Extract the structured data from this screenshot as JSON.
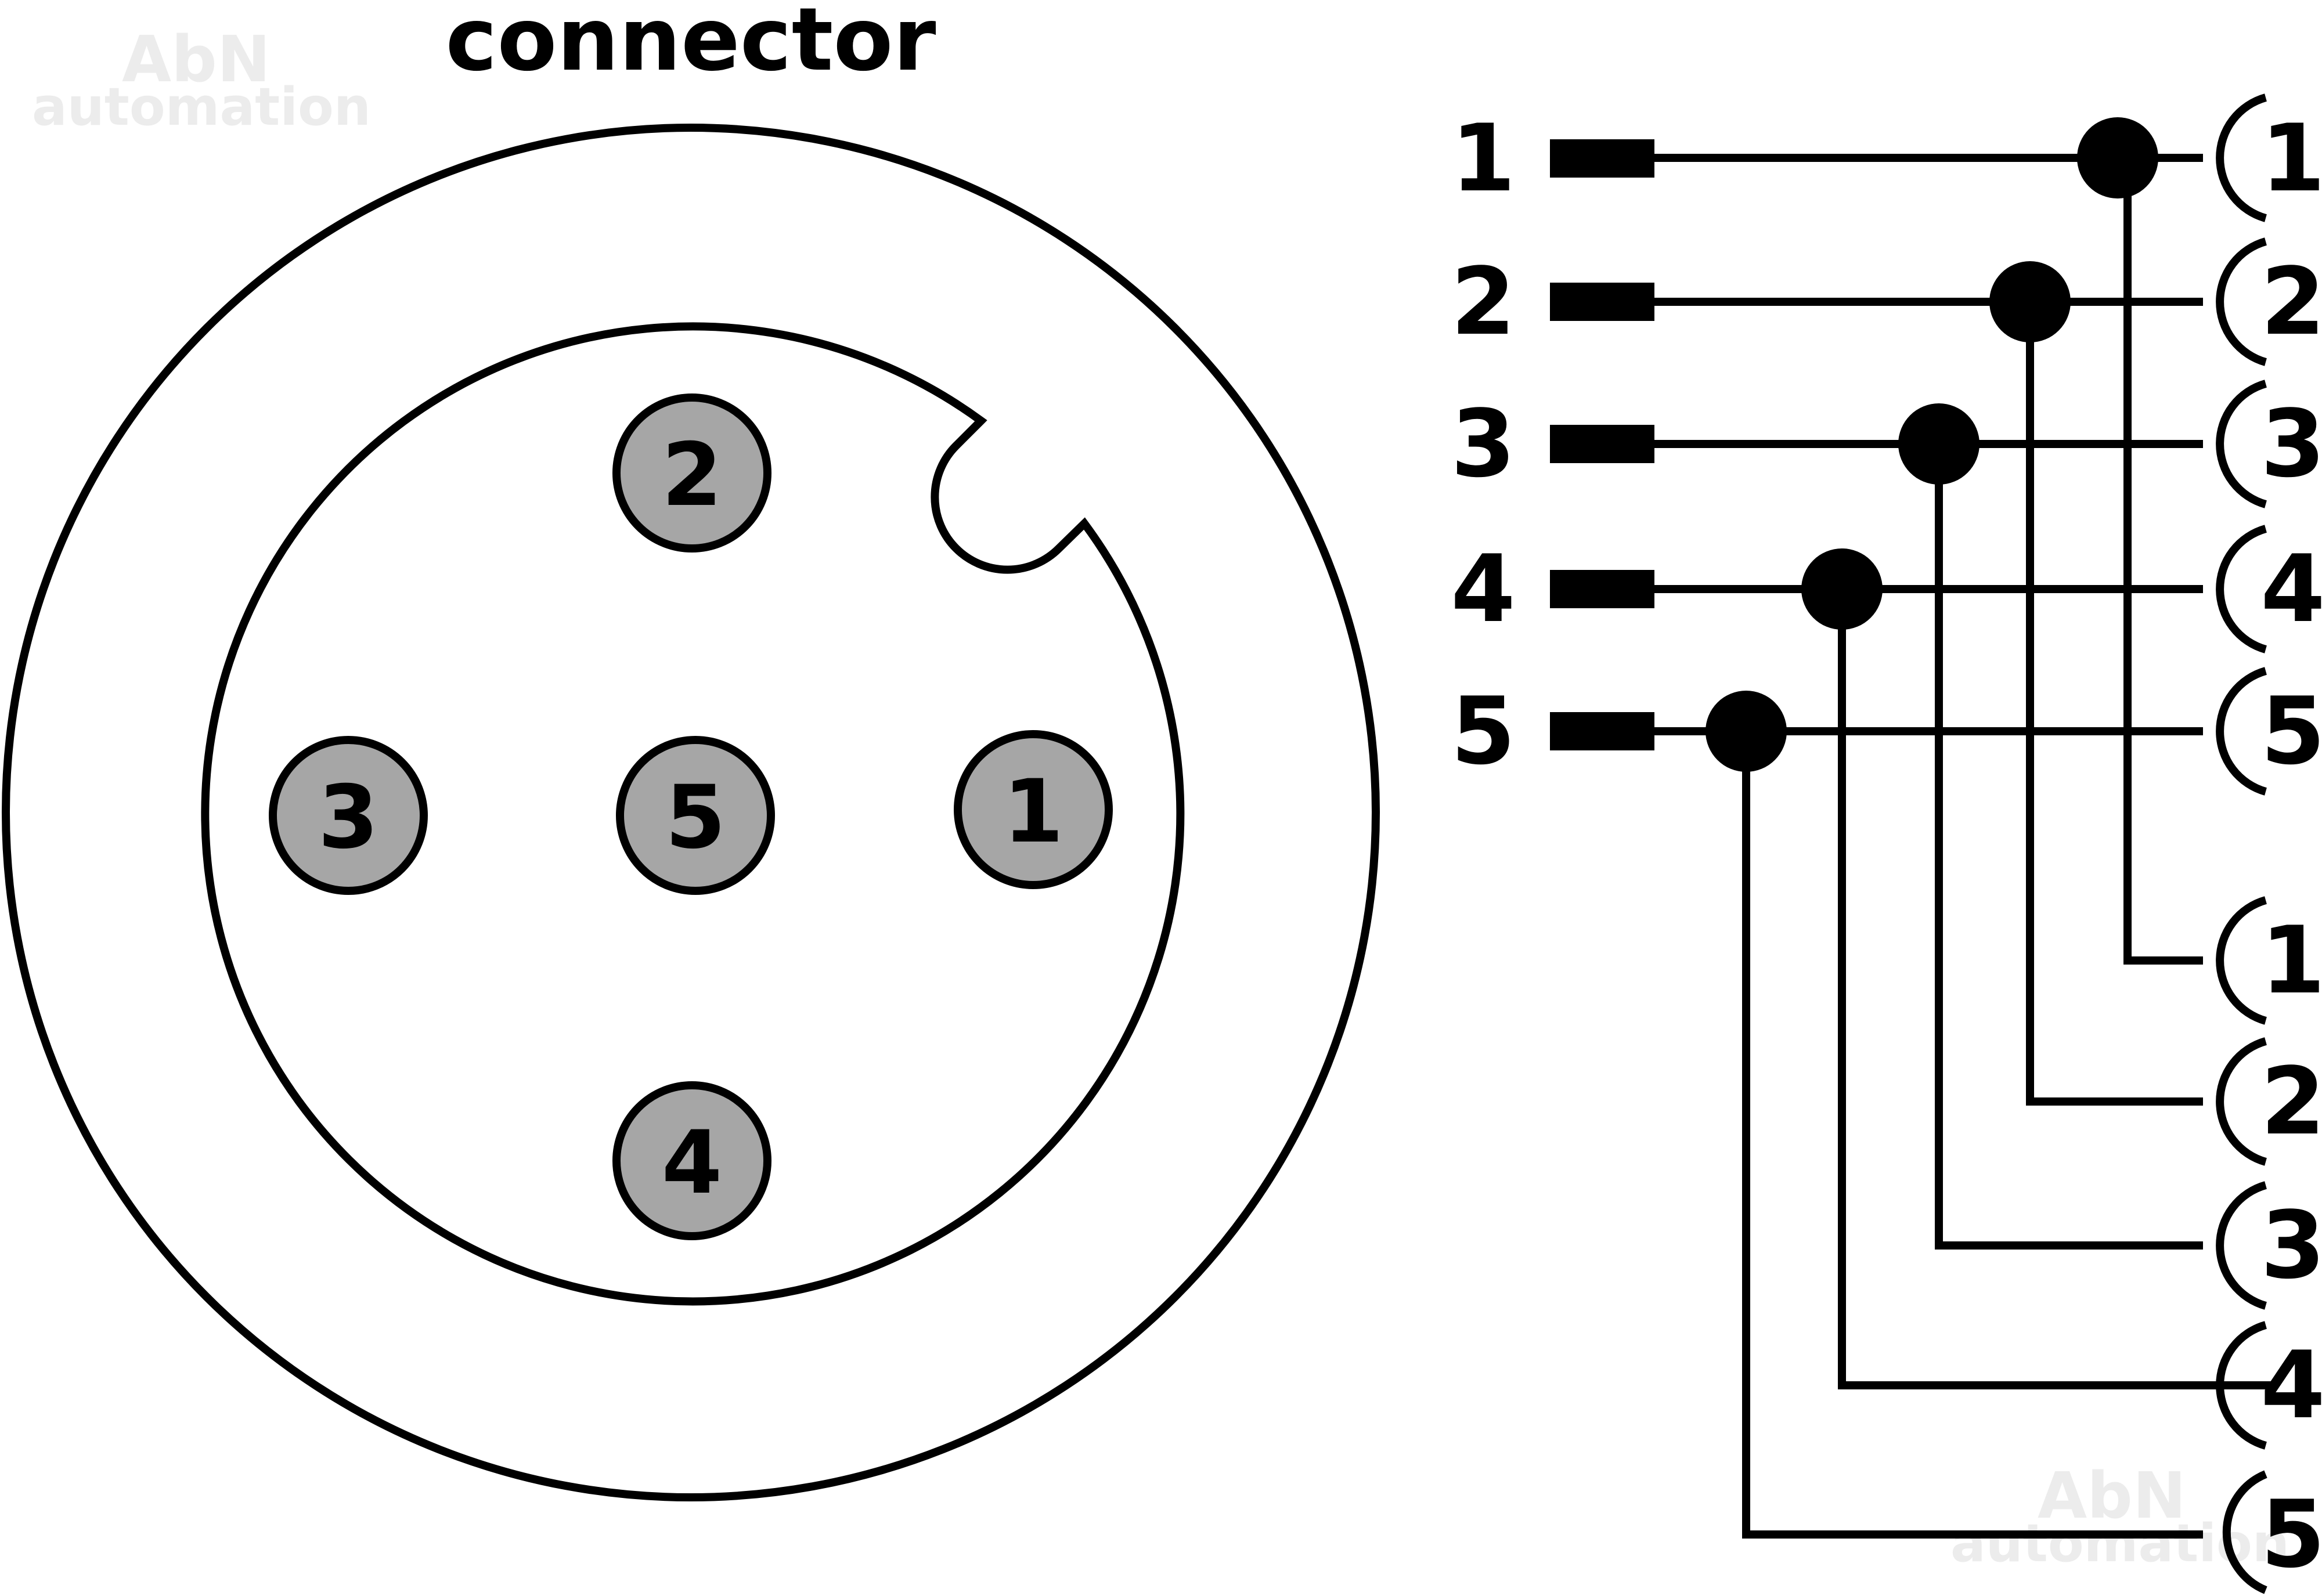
{
  "watermark": {
    "line1": "AbN",
    "line2": "automation"
  },
  "connector": {
    "title": "connector",
    "pin_fill": "#a6a6a6",
    "pins": [
      {
        "label": "1"
      },
      {
        "label": "2"
      },
      {
        "label": "3"
      },
      {
        "label": "4"
      },
      {
        "label": "5"
      }
    ]
  },
  "wiring": {
    "inputs": [
      {
        "label": "1"
      },
      {
        "label": "2"
      },
      {
        "label": "3"
      },
      {
        "label": "4"
      },
      {
        "label": "5"
      }
    ],
    "outputs_group_a": [
      {
        "label": "1"
      },
      {
        "label": "2"
      },
      {
        "label": "3"
      },
      {
        "label": "4"
      },
      {
        "label": "5"
      }
    ],
    "outputs_group_b": [
      {
        "label": "1"
      },
      {
        "label": "2"
      },
      {
        "label": "3"
      },
      {
        "label": "4"
      },
      {
        "label": "5"
      }
    ]
  }
}
